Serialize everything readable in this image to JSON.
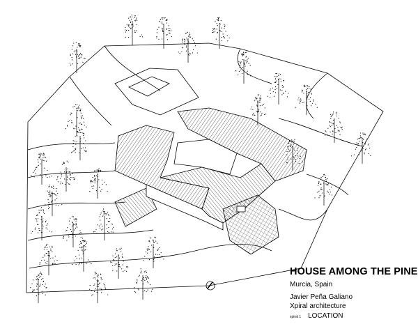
{
  "title_block": {
    "project": "HOUSE AMONG THE PINES",
    "location": "Murcia, Spain",
    "architect": "Javier Peña Galiano",
    "firm": "Xpiral architecture",
    "sheet_code": "xpiral 1",
    "sheet_name": "LOCATION"
  },
  "colors": {
    "ink": "#000000",
    "background": "#ffffff"
  }
}
